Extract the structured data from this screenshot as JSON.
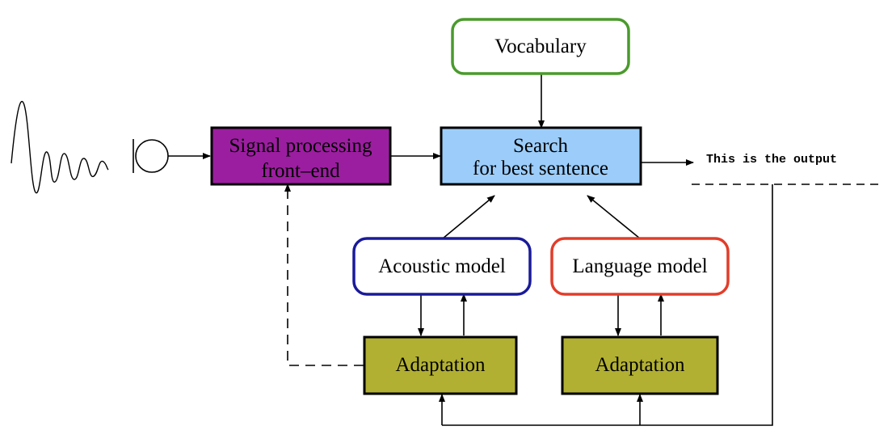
{
  "nodes": {
    "vocabulary": {
      "label": "Vocabulary",
      "color": "#4a9a2c"
    },
    "signal_processing": {
      "line1": "Signal processing",
      "line2": "front–end",
      "color": "#9c1ea0"
    },
    "search": {
      "line1": "Search",
      "line2": "for best sentence",
      "color": "#9ccdfa"
    },
    "acoustic_model": {
      "label": "Acoustic model",
      "color": "#1a1a9a"
    },
    "language_model": {
      "label": "Language model",
      "color": "#e23d2a"
    },
    "adaptation_acoustic": {
      "label": "Adaptation",
      "color": "#b2b033"
    },
    "adaptation_language": {
      "label": "Adaptation",
      "color": "#b2b033"
    }
  },
  "output": {
    "label": "This is the output"
  }
}
